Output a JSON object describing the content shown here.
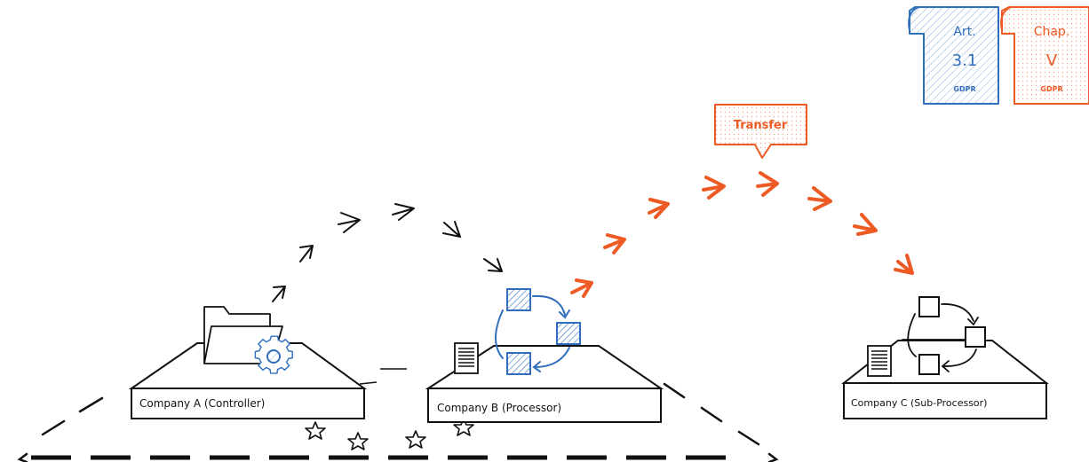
{
  "colors": {
    "ink": "#111111",
    "blue": "#2f6fbd",
    "orange": "#ee5a24"
  },
  "companies": {
    "a": {
      "label": "Company A (Controller)"
    },
    "b": {
      "label": "Company B (Processor)"
    },
    "c": {
      "label": "Company C (Sub-Processor)"
    }
  },
  "transfer_label": "Transfer",
  "badges": {
    "article": {
      "line1": "Art.",
      "line2": "3.1",
      "line3": "GDPR",
      "color": "#2f6fbd"
    },
    "chapter": {
      "line1": "Chap.",
      "line2": "V",
      "line3": "GDPR",
      "color": "#ee5a24"
    }
  },
  "icons": {
    "folder": "folder-icon",
    "gear": "gear-icon",
    "document": "document-icon",
    "cycle": "processing-cycle-icon",
    "star": "star-icon",
    "arrow": "arrow-icon"
  }
}
